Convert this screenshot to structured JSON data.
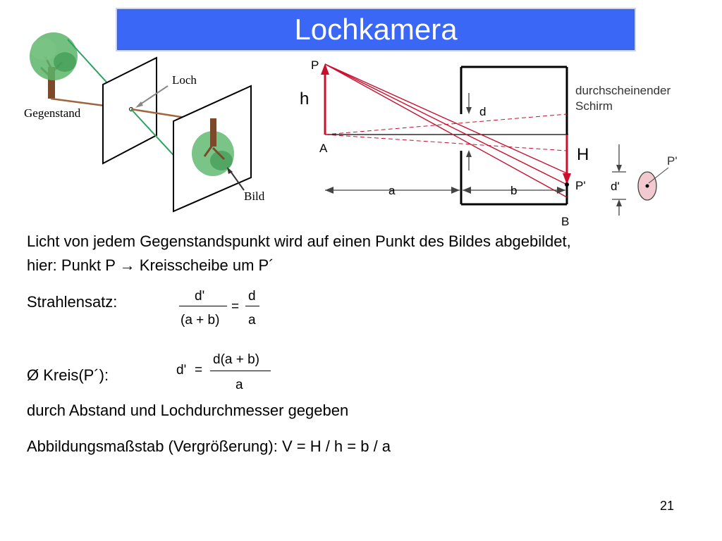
{
  "slide": {
    "title": "Lochkamera",
    "page_number": "21"
  },
  "left_diagram": {
    "label_object": "Gegenstand",
    "label_hole": "Loch",
    "label_image": "Bild"
  },
  "right_diagram": {
    "label_P": "P",
    "label_A": "A",
    "label_h": "h",
    "label_H": "H",
    "label_d": "d",
    "label_a": "a",
    "label_b": "b",
    "label_B": "B",
    "label_P_prime": "P'",
    "label_d_prime": "d'",
    "label_screen_line1": "durchscheinender",
    "label_screen_line2": "Schirm",
    "label_spot": "P'"
  },
  "text": {
    "line1": "Licht von jedem Gegenstandspunkt wird auf einen Punkt des Bildes abgebildet,",
    "line2": "hier: Punkt P → Kreisscheibe um P´",
    "strahlensatz_label": "Strahlensatz:",
    "kreis_label": "Ø Kreis(P´):",
    "line_abstand": "durch Abstand und Lochdurchmesser gegeben",
    "line_massstab": "Abbildungsmaßstab (Vergrößerung): V = H / h = b / a"
  },
  "formula1": {
    "num": "d'",
    "den": "(a + b)",
    "eq": "=",
    "rnum": "d",
    "rden": "a"
  },
  "formula2": {
    "lhs": "d'",
    "eq": "=",
    "num": "d(a + b)",
    "den": "a"
  },
  "colors": {
    "title_bg": "#3a67f5",
    "ray_red": "#c8102e",
    "ray_green": "#2ca25f",
    "ray_brown": "#a0643c",
    "dim_gray": "#444444"
  }
}
